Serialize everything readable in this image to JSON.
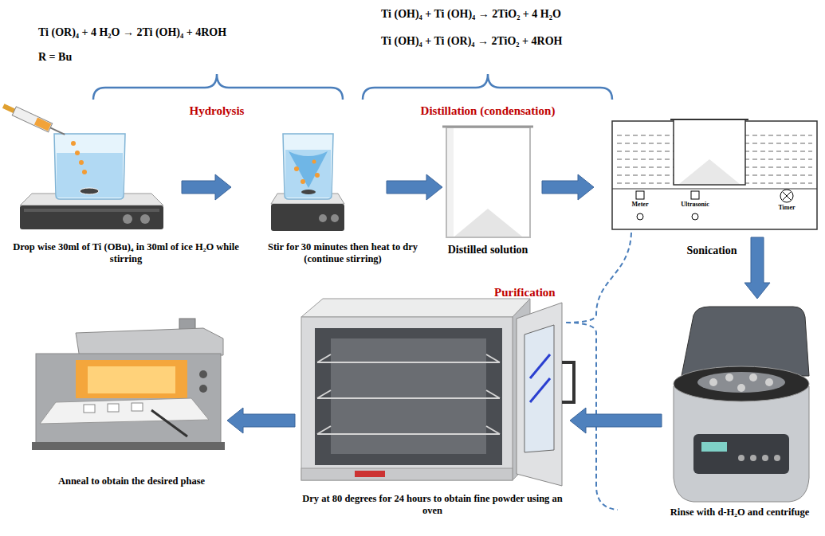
{
  "diagram": {
    "nodes": [
      {
        "text": [
          "Drop wise 30ml of Ti (OBu)₄ in 30ml of ice H₂O while stirring"
        ]
      },
      {
        "text": [
          "Stir for 30 minutes then heat to dry (continue stirring)"
        ]
      },
      {
        "text": [
          "Distilled solution"
        ]
      },
      {
        "text": [
          "Sonication"
        ]
      },
      {
        "text": [
          "Rinse with d-H₂O and centrifuge"
        ]
      },
      {
        "text": [
          "Dry at 80 degrees for 24 hours to obtain fine powder using an oven"
        ]
      },
      {
        "text": [
          "Anneal to obtain the desired phase"
        ]
      }
    ],
    "edges": [
      {
        "from": 0,
        "to": 1,
        "arrow": "to"
      },
      {
        "from": 1,
        "to": 2,
        "arrow": "to"
      },
      {
        "from": 2,
        "to": 3,
        "arrow": "to"
      },
      {
        "from": 3,
        "to": 4,
        "arrow": "to"
      },
      {
        "from": 4,
        "to": 5,
        "arrow": "to"
      },
      {
        "from": 5,
        "to": 6,
        "arrow": "to"
      }
    ],
    "labels": [
      "Ti (OR)₄ + 4 H₂O → 2Ti (OH)₄ + 4ROH",
      "R = Bu",
      "Ti (OH)₄ + Ti (OH)₄ → 2TiO₂ + 4 H₂O",
      "Ti (OH)₄ + Ti (OR)₄ → 2TiO₂ + 4ROH",
      "Hydrolysis",
      "Distillation (condensation)",
      "Purification",
      "Meter",
      "Ultrasonic",
      "Timer"
    ]
  }
}
